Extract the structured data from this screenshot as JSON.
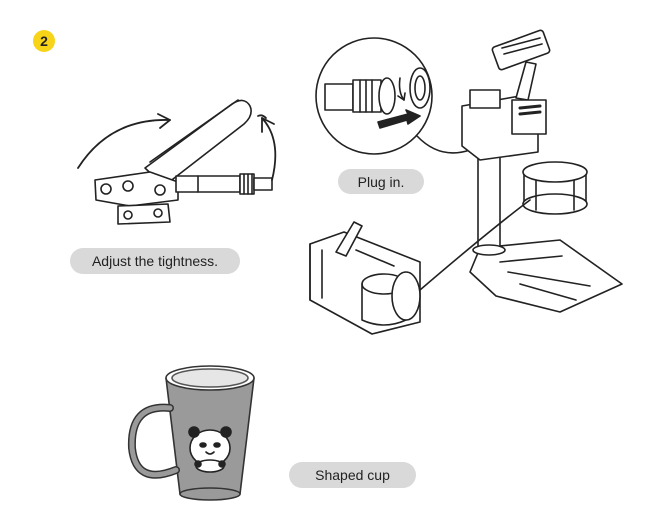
{
  "step": {
    "number": "2"
  },
  "labels": {
    "adjust": "Adjust the tightness.",
    "plug": "Plug in.",
    "cup": "Shaped cup"
  },
  "colors": {
    "badge": "#f7d417",
    "pill": "#d9d9d9",
    "cup_body": "#9a9a9a",
    "line": "#222222"
  }
}
